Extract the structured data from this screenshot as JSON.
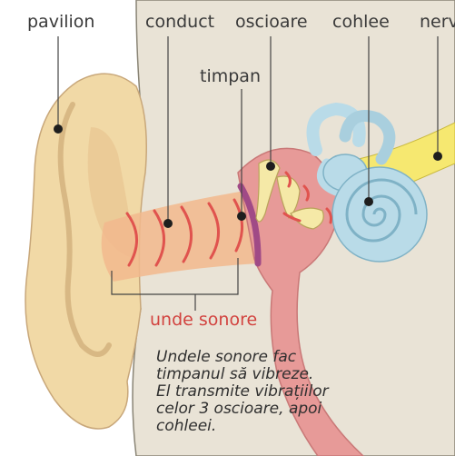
{
  "labels": {
    "pavilion": "pavilion",
    "conduct": "conduct",
    "oscioare": "oscioare",
    "cohlee": "cohlee",
    "nerv": "nerv",
    "timpan": "timpan",
    "unde_sonore": "unde sonore"
  },
  "caption": {
    "lines": [
      "Undele sonore fac",
      "timpanul să vibreze.",
      "El transmite vibrațiilor",
      "celor 3 oscioare, apoi",
      "cohleei."
    ]
  },
  "colors": {
    "background_tissue": "#e9e3d6",
    "ear_skin": "#f3d9a3",
    "canal_orange": "#f2b98d",
    "middle_ear_pink": "#e79a98",
    "cochlea_blue": "#b9dbe8",
    "nerve_yellow": "#f6e870",
    "sound_wave_red": "#e0534e",
    "leader_line": "#444444"
  }
}
